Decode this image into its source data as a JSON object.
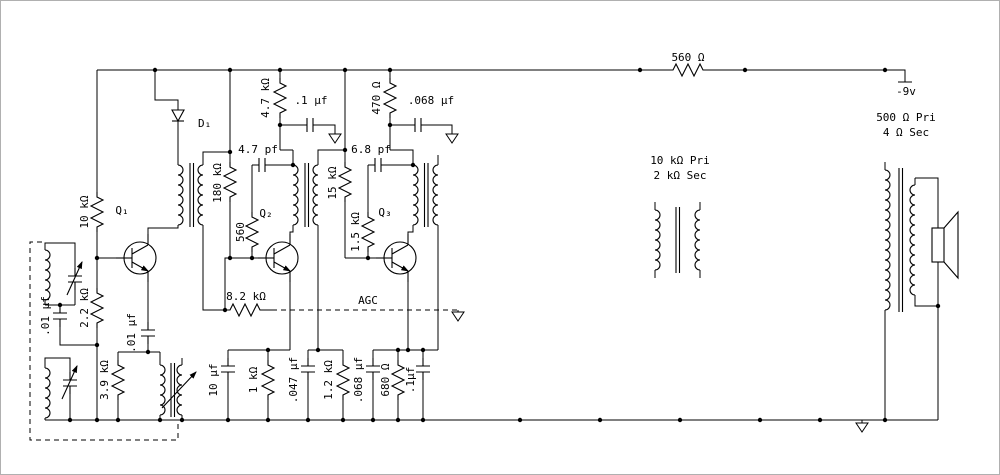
{
  "colors": {
    "background": "#ffffff",
    "line": "#000000",
    "border": "#b0b0b0"
  },
  "schematic": {
    "description": "three-transistor radio receiver schematic",
    "power": {
      "battery_label": "-9v"
    },
    "signals": {
      "agc": "AGC"
    },
    "transistors": {
      "q1": "Q₁",
      "q2": "Q₂",
      "q3": "Q₃"
    },
    "diodes": {
      "d1": "D₁"
    },
    "resistors": {
      "r560_rail": "560 Ω",
      "r10k": "10 kΩ",
      "r2k2": "2.2 kΩ",
      "r3k9": "3.9 kΩ",
      "r180k": "180 kΩ",
      "r560": "560",
      "r8k2": "8.2 kΩ",
      "r4k7": "4.7 kΩ",
      "r1k": "1 kΩ",
      "r15k": "15 kΩ",
      "r1k5": "1.5 kΩ",
      "r470": "470 Ω",
      "r1k2": "1.2 kΩ",
      "r680": "680 Ω"
    },
    "capacitors": {
      "c01_input": ".01 µf",
      "c01_emitter": ".01 µf",
      "c_p1": ".1 µf",
      "c_p2": ".068 µf",
      "c4p7": "4.7 pf",
      "c6p8": "6.8 pf",
      "c10uf": "10 µf",
      "c047": ".047 µf",
      "c068": ".068 µf",
      "c1uf": ".1µf"
    },
    "transformers": {
      "driver_pri": "10 kΩ Pri",
      "driver_sec": "2 kΩ Sec",
      "output_pri": "500 Ω Pri",
      "output_sec": "4 Ω Sec"
    }
  }
}
